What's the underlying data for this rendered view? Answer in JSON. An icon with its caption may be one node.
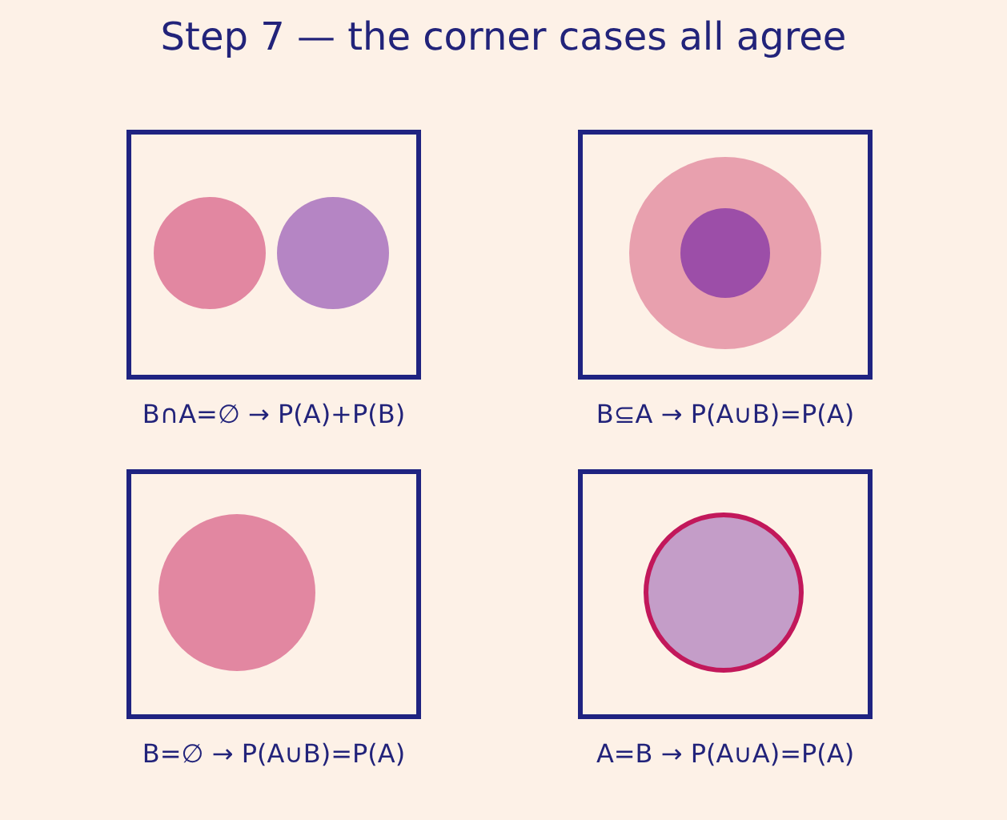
{
  "diagram": {
    "title": "Step 7 — the corner cases all agree",
    "nodes": [
      {
        "text": [],
        "shape": "box",
        "beside": [
          "B∩A=∅ → P(A)+P(B)"
        ]
      },
      {
        "text": [],
        "shape": "circle",
        "in": 0
      },
      {
        "text": [],
        "shape": "circle",
        "in": 0
      },
      {
        "text": [],
        "shape": "box",
        "beside": [
          "B⊆A → P(A∪B)=P(A)"
        ]
      },
      {
        "text": [],
        "shape": "circle",
        "in": 3
      },
      {
        "text": [],
        "shape": "circle",
        "in": 4
      },
      {
        "text": [],
        "shape": "box",
        "beside": [
          "B=∅ → P(A∪B)=P(A)"
        ]
      },
      {
        "text": [],
        "shape": "circle",
        "in": 6
      },
      {
        "text": [],
        "shape": "box",
        "beside": [
          "A=B → P(A∪A)=P(A)"
        ]
      },
      {
        "text": [],
        "shape": "circle",
        "in": 8
      }
    ]
  }
}
